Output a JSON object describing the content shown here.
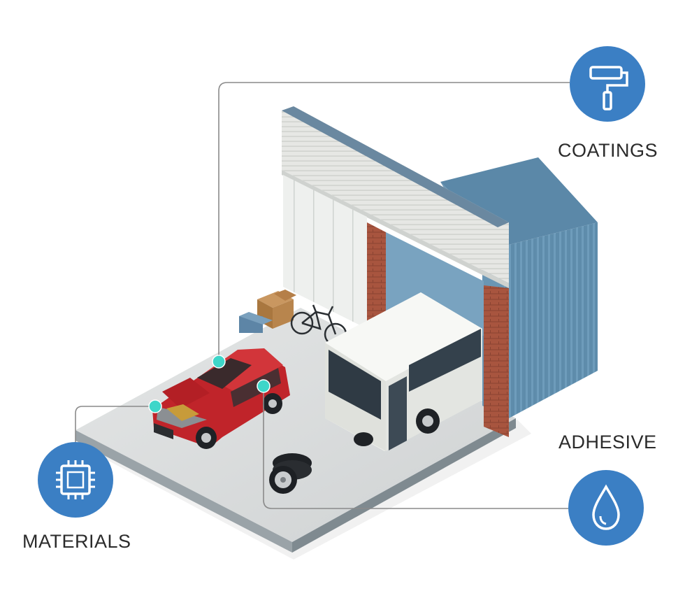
{
  "callouts": {
    "coatings": {
      "label": "COATINGS",
      "icon": "paint-roller-icon"
    },
    "adhesive": {
      "label": "ADHESIVE",
      "icon": "water-drop-icon"
    },
    "materials": {
      "label": "MATERIALS",
      "icon": "microchip-icon"
    }
  },
  "colors": {
    "badge": "#3b7fc4",
    "marker": "#3ed6c9",
    "leader_line": "#8a8a8a",
    "car_body": "#c0242a",
    "wall_blue": "#5f8fb0",
    "floor": "#d9dcdc"
  }
}
